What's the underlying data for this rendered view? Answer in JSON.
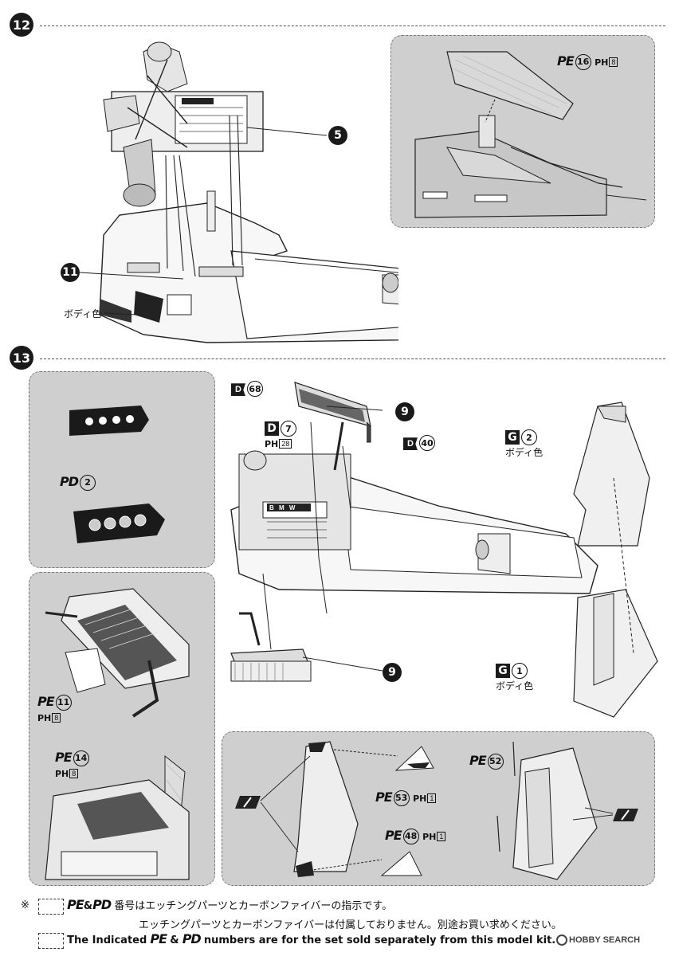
{
  "steps": {
    "step12": "12",
    "step13": "13"
  },
  "step12": {
    "callout_5": "5",
    "callout_11": "11",
    "body_color_label": "ボディ色",
    "detail": {
      "pe_label": "PE",
      "pe_num": "16",
      "ph_label": "PH",
      "ph_num": "8"
    }
  },
  "step13": {
    "d68": {
      "letter": "D",
      "num": "68"
    },
    "d7": {
      "letter": "D",
      "num": "7",
      "ph": "PH",
      "ph_num": "28"
    },
    "d40": {
      "letter": "D",
      "num": "40"
    },
    "callout_9_top": "9",
    "callout_9_bottom": "9",
    "engine_text": "B M W",
    "g2": {
      "letter": "G",
      "num": "2",
      "label": "ボディ色"
    },
    "g1": {
      "letter": "G",
      "num": "1",
      "label": "ボディ色"
    },
    "panel_a": {
      "pd_label": "PD",
      "pd_num": "2"
    },
    "panel_b": {
      "pe11_label": "PE",
      "pe11_num": "11",
      "pe11_ph": "PH",
      "pe11_ph_num": "8",
      "pe14_label": "PE",
      "pe14_num": "14",
      "pe14_ph": "PH",
      "pe14_ph_num": "8"
    },
    "panel_c": {
      "pe53_label": "PE",
      "pe53_num": "53",
      "pe53_ph": "PH",
      "pe53_ph_num": "1",
      "pe48_label": "PE",
      "pe48_num": "48",
      "pe48_ph": "PH",
      "pe48_ph_num": "1",
      "pe52_label": "PE",
      "pe52_num": "52"
    }
  },
  "footer": {
    "asterisk": "※",
    "line1_pe": "PE",
    "line1_amp": "&",
    "line1_pd": "PD",
    "line1_text": "番号はエッチングパーツとカーボンファイバーの指示です。",
    "line2_text": "エッチングパーツとカーボンファイバーは付属しておりません。別途お買い求めください。",
    "line3_prefix": "The Indicated",
    "line3_pe": "PE",
    "line3_amp": "&",
    "line3_pd": "PD",
    "line3_text": "numbers are for the set sold separately from this model kit.",
    "watermark": "HOBBY SEARCH"
  }
}
